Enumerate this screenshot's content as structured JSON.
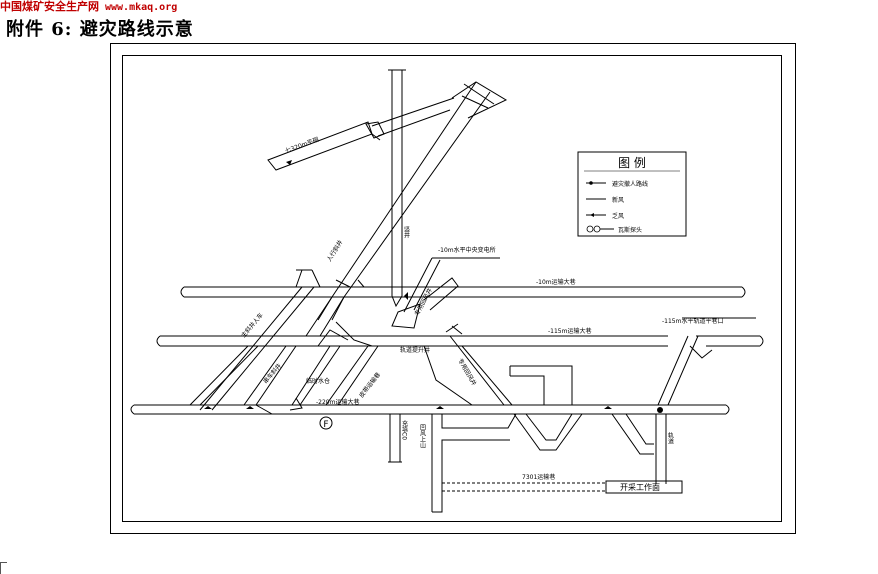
{
  "watermark": {
    "site": "中国煤矿安全生产网",
    "url": "www.mkaq.org"
  },
  "heading": "附件 6:  避灾路线示意",
  "legend": {
    "title": "图  例",
    "items": [
      {
        "label": "避灾撤人路线"
      },
      {
        "label": "新风"
      },
      {
        "label": "乏风"
      },
      {
        "label": "瓦斯探头"
      }
    ]
  },
  "labels": {
    "adit_320": "七320m平硐",
    "shaft": "竖井",
    "pedestrian_incline": "人行斜井",
    "substation_10": "-10m水平中央变电所",
    "level_10_road": "-10m运输大巷",
    "level_115_road": "-115m运输大巷",
    "return_air_shaft": "专用回风井",
    "level_115_pump": "-115m水平轨道平巷口",
    "track_incline": "轨道提升井",
    "main_incline": "主斜井人车",
    "coal_incline": "串车斜井",
    "temp_sump": "临时水仓",
    "level_220_road": "-220m运输大巷",
    "belt_incline": "皮带运输巷",
    "return_air_upper": "专用回风井",
    "raise_c0": "充填C0",
    "raise_c0b": "回风上山",
    "f_marker": "F",
    "transport_701": "7301运输巷",
    "rail_label": "轨道",
    "workface": "开采工作面"
  }
}
